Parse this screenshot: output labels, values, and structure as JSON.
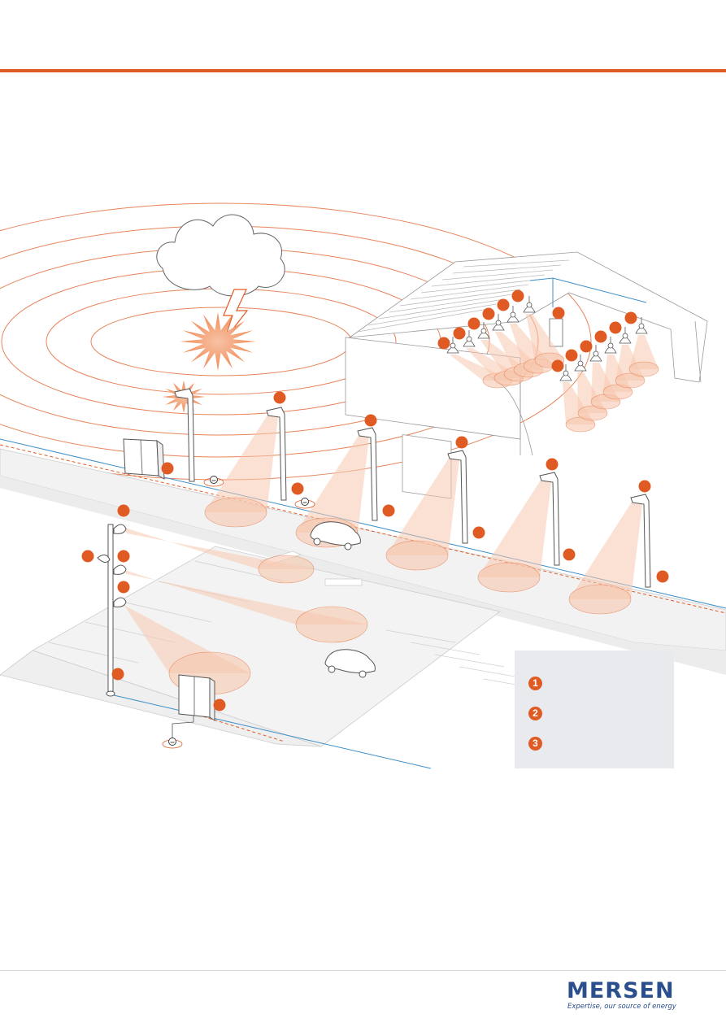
{
  "colors": {
    "accent": "#e05a23",
    "blue_line": "#3d8fc9",
    "light_orange": "#f7c8ae",
    "legend_bg": "#e9eaee",
    "logo_blue": "#2b4f8c",
    "logo_orange": "#e05a23"
  },
  "legend": {
    "items": [
      {
        "number": "1",
        "label": ""
      },
      {
        "number": "2",
        "label": ""
      },
      {
        "number": "3",
        "label": ""
      }
    ]
  },
  "logo": {
    "word": "MERSEN",
    "tagline": "Expertise, our source of energy"
  },
  "icons": [
    "lightning-icon",
    "cloud-icon",
    "ground-icon",
    "car-icon",
    "cabinet-icon",
    "street-lamp-icon",
    "pendant-lamp-icon"
  ]
}
